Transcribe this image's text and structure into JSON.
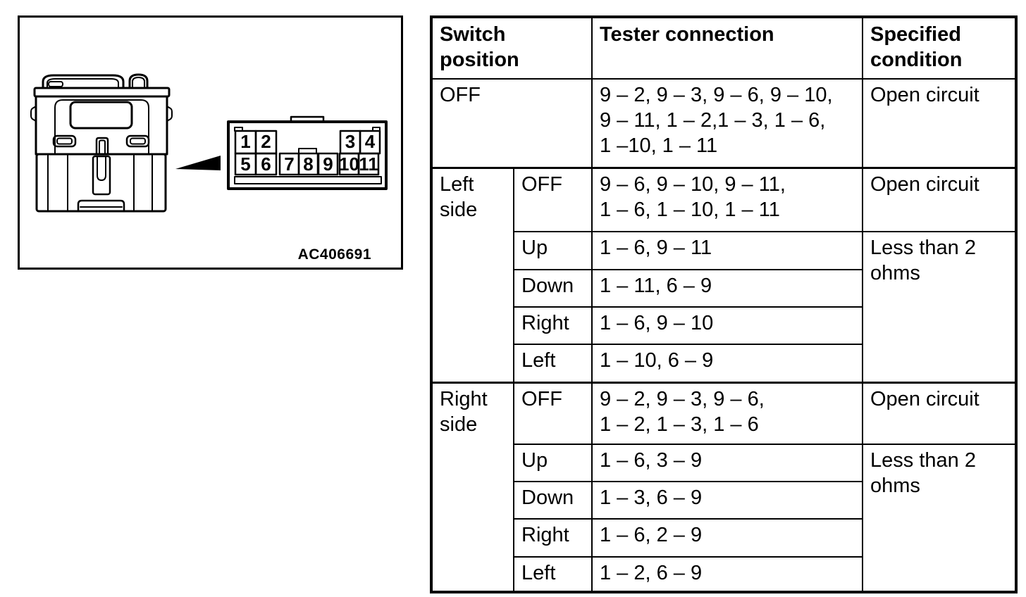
{
  "diagram": {
    "figure_id": "AC406691",
    "connector": {
      "pins": [
        "1",
        "2",
        "3",
        "4",
        "5",
        "6",
        "7",
        "8",
        "9",
        "10",
        "11"
      ]
    }
  },
  "table": {
    "headers": {
      "switch_position": "Switch position",
      "tester_connection": "Tester connection",
      "specified_condition": "Specified condition"
    },
    "off_row": {
      "position": "OFF",
      "connections": "9 – 2, 9 – 3, 9 – 6, 9 – 10,\n9 – 11, 1 – 2,1 – 3, 1 – 6,\n1 –10, 1 – 11",
      "condition": "Open circuit"
    },
    "sections": [
      {
        "side": "Left side",
        "rows": [
          {
            "position": "OFF",
            "connections": "9 – 6, 9 – 10, 9 – 11,\n1 – 6, 1 – 10, 1 – 11",
            "condition": "Open circuit"
          },
          {
            "position": "Up",
            "connections": "1 – 6, 9 – 11",
            "condition": "Less than 2 ohms"
          },
          {
            "position": "Down",
            "connections": "1 – 11, 6 – 9"
          },
          {
            "position": "Right",
            "connections": "1 – 6, 9 – 10"
          },
          {
            "position": "Left",
            "connections": "1 – 10, 6 – 9"
          }
        ]
      },
      {
        "side": "Right side",
        "rows": [
          {
            "position": "OFF",
            "connections": "9 – 2, 9 – 3, 9 – 6,\n1 – 2, 1 – 3, 1 – 6",
            "condition": "Open circuit"
          },
          {
            "position": "Up",
            "connections": "1 – 6, 3 – 9",
            "condition": "Less than 2 ohms"
          },
          {
            "position": "Down",
            "connections": "1 – 3, 6 – 9"
          },
          {
            "position": "Right",
            "connections": "1 – 6, 2 – 9"
          },
          {
            "position": "Left",
            "connections": "1 – 2, 6 – 9"
          }
        ]
      }
    ]
  }
}
